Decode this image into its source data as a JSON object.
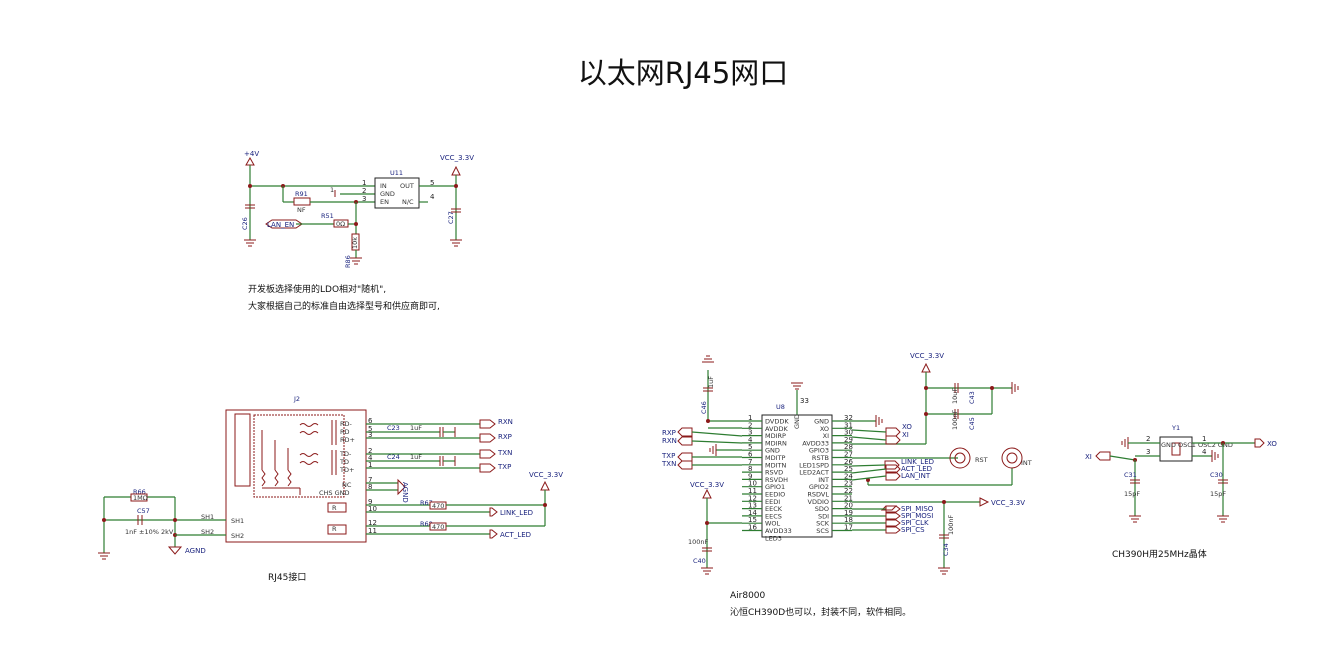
{
  "title": "以太网RJ45网口",
  "colors": {
    "wire": "#2e7d32",
    "component": "#8b1a1a",
    "netlabel": "#1a237e"
  },
  "ldo": {
    "pwr_in": "+4V",
    "pwr_out": "VCC_3.3V",
    "u_ref": "U11",
    "pins": {
      "in": "IN",
      "gnd": "GND",
      "en": "EN",
      "out": "OUT",
      "nc": "N/C"
    },
    "pin_nums": {
      "p1": "1",
      "p2": "2",
      "p3": "3",
      "p5": "5",
      "p4": "4"
    },
    "r91": "R91",
    "r91_val": "NF",
    "r51": "R51",
    "r51_val": "0Ω",
    "r86": "R86",
    "r86_val": "10k",
    "c26": "C26",
    "c27": "C27",
    "lan_en": "LAN_EN",
    "cap_mark": "1"
  },
  "ldo_note": {
    "line1": "开发板选择使用的LDO相对\"随机\",",
    "line2": "大家根据自己的标准自由选择型号和供应商即可,"
  },
  "rj45": {
    "j_ref": "J2",
    "pins_right": [
      "6",
      "5",
      "3",
      "2",
      "4",
      "1",
      "7",
      "8",
      "9",
      "10",
      "12",
      "11"
    ],
    "pin_labels": [
      "RD-",
      "RD",
      "RD+",
      "TD-",
      "TD",
      "TD+",
      "NC",
      "CHS GND"
    ],
    "leds": [
      "R",
      "R"
    ],
    "sh": [
      "SH1",
      "SH2"
    ],
    "c23": "C23",
    "c24": "C24",
    "c23_val": "1uF",
    "c24_val": "1uF",
    "r66": "R66",
    "r66_val": "1MΩ",
    "c57": "C57",
    "c57_val": "1nF ±10% 2kV",
    "r67": "R67",
    "r68": "R68",
    "r67_val": "470",
    "r68_val": "470",
    "nets": [
      "RXN",
      "RXP",
      "TXN",
      "TXP",
      "LINK_LED",
      "ACT_LED"
    ],
    "vcc": "VCC_3.3V",
    "agnd": "AGND",
    "agnd2": "AGND",
    "label": "RJ45接口"
  },
  "ch390": {
    "u_ref": "U8",
    "left_pins": [
      {
        "n": "1",
        "name": "DVDDK"
      },
      {
        "n": "2",
        "name": "AVDDK"
      },
      {
        "n": "3",
        "name": "MDIRP"
      },
      {
        "n": "4",
        "name": "MDIRN"
      },
      {
        "n": "5",
        "name": "GND"
      },
      {
        "n": "6",
        "name": "MDITP"
      },
      {
        "n": "7",
        "name": "MDITN"
      },
      {
        "n": "8",
        "name": "RSVD"
      },
      {
        "n": "9",
        "name": "RSVDH"
      },
      {
        "n": "10",
        "name": "GPIO1"
      },
      {
        "n": "11",
        "name": "EEDIO"
      },
      {
        "n": "12",
        "name": "EEDI"
      },
      {
        "n": "13",
        "name": "EECK"
      },
      {
        "n": "14",
        "name": "EECS"
      },
      {
        "n": "15",
        "name": "WOL"
      },
      {
        "n": "16",
        "name": "AVDD33"
      },
      {
        "n": "",
        "name": "LED3"
      }
    ],
    "right_pins": [
      {
        "n": "32",
        "name": "GND"
      },
      {
        "n": "31",
        "name": "XO"
      },
      {
        "n": "30",
        "name": "XI"
      },
      {
        "n": "29",
        "name": "AVDD33"
      },
      {
        "n": "28",
        "name": "GPIO3"
      },
      {
        "n": "27",
        "name": "RSTB"
      },
      {
        "n": "26",
        "name": "LED1SPD"
      },
      {
        "n": "25",
        "name": "LED2ACT"
      },
      {
        "n": "24",
        "name": "INT"
      },
      {
        "n": "23",
        "name": "GPIO2"
      },
      {
        "n": "22",
        "name": "RSDVL"
      },
      {
        "n": "21",
        "name": "VDDIO"
      },
      {
        "n": "20",
        "name": "SDO"
      },
      {
        "n": "19",
        "name": "SDI"
      },
      {
        "n": "18",
        "name": "SCK"
      },
      {
        "n": "17",
        "name": "SCS"
      }
    ],
    "top_pin": "33",
    "top_name": "GND",
    "left_nets": [
      "RXP",
      "RXN",
      "TXP",
      "TXN"
    ],
    "right_nets": [
      "XO",
      "XI",
      "LINK_LED",
      "ACT_LED",
      "LAN_INT",
      "SPI_MISO",
      "SPI_MOSI",
      "SPI_CLK",
      "SPI_CS"
    ],
    "vcc_top": "VCC_3.3V",
    "vcc_left": "VCC_3.3V",
    "vcc_right": "VCC_3.3V",
    "c46": "C46",
    "c46_val": "1uF",
    "c40": "C40",
    "c40_val": "100nF",
    "c43": "C43",
    "c43_val": "10uF",
    "c45": "C45",
    "c45_val": "100nF",
    "c34": "C34",
    "c34_val": "100nF",
    "rst": "RST",
    "int": "INT",
    "label1": "Air8000",
    "label2": "沁恒CH390D也可以，封装不同，软件相同。"
  },
  "crystal": {
    "y_ref": "Y1",
    "pins": [
      "1",
      "2",
      "3",
      "4"
    ],
    "pin_names": "GND OSC1 OSC2 GND",
    "xi": "XI",
    "xo": "XO",
    "c31": "C31",
    "c30": "C30",
    "cap_val": "15pF",
    "label": "CH390H用25MHz晶体"
  }
}
